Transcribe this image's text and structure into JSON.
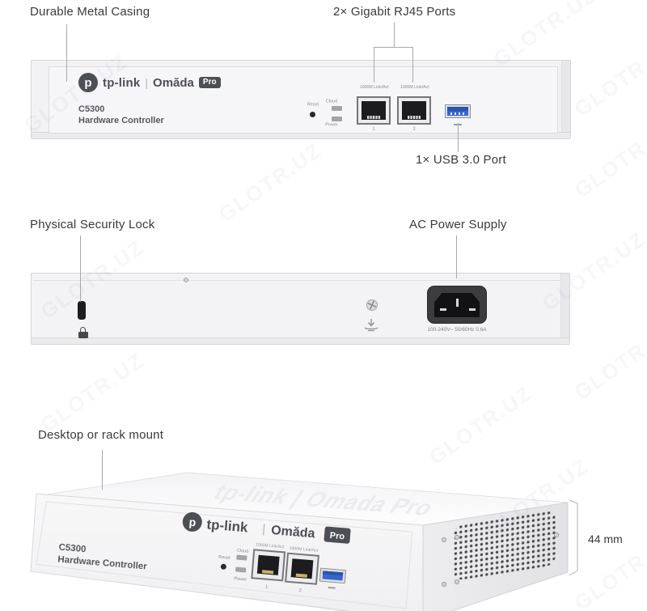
{
  "annotations": {
    "metal_casing": "Durable Metal Casing",
    "rj45_ports": "2× Gigabit RJ45 Ports",
    "usb_port": "1× USB 3.0 Port",
    "security_lock": "Physical Security Lock",
    "ac_power": "AC Power Supply",
    "mounting": "Desktop or rack mount",
    "height_dim": "44 mm"
  },
  "device": {
    "brand": "tp-link",
    "brand_icon": "p",
    "logo_separator": "|",
    "series": "Omăda",
    "series_badge": "Pro",
    "model": "C5300",
    "product_name": "Hardware Controller",
    "reset_label": "Reset",
    "cloud_led_label": "Cloud",
    "power_led_label": "Power",
    "port_label": "1000M Link/Act",
    "port1_number": "1",
    "port2_number": "2",
    "power_rating": "100-240V~ 50/60Hz 0.6A",
    "top_embossed_logo": "tp-link | Omada Pro"
  },
  "watermark": {
    "text": "GLOTR.UZ"
  },
  "colors": {
    "usb_blue": "#3566cc",
    "logo_dark": "#4c4f55",
    "annotation_text": "#3a3a3c"
  }
}
